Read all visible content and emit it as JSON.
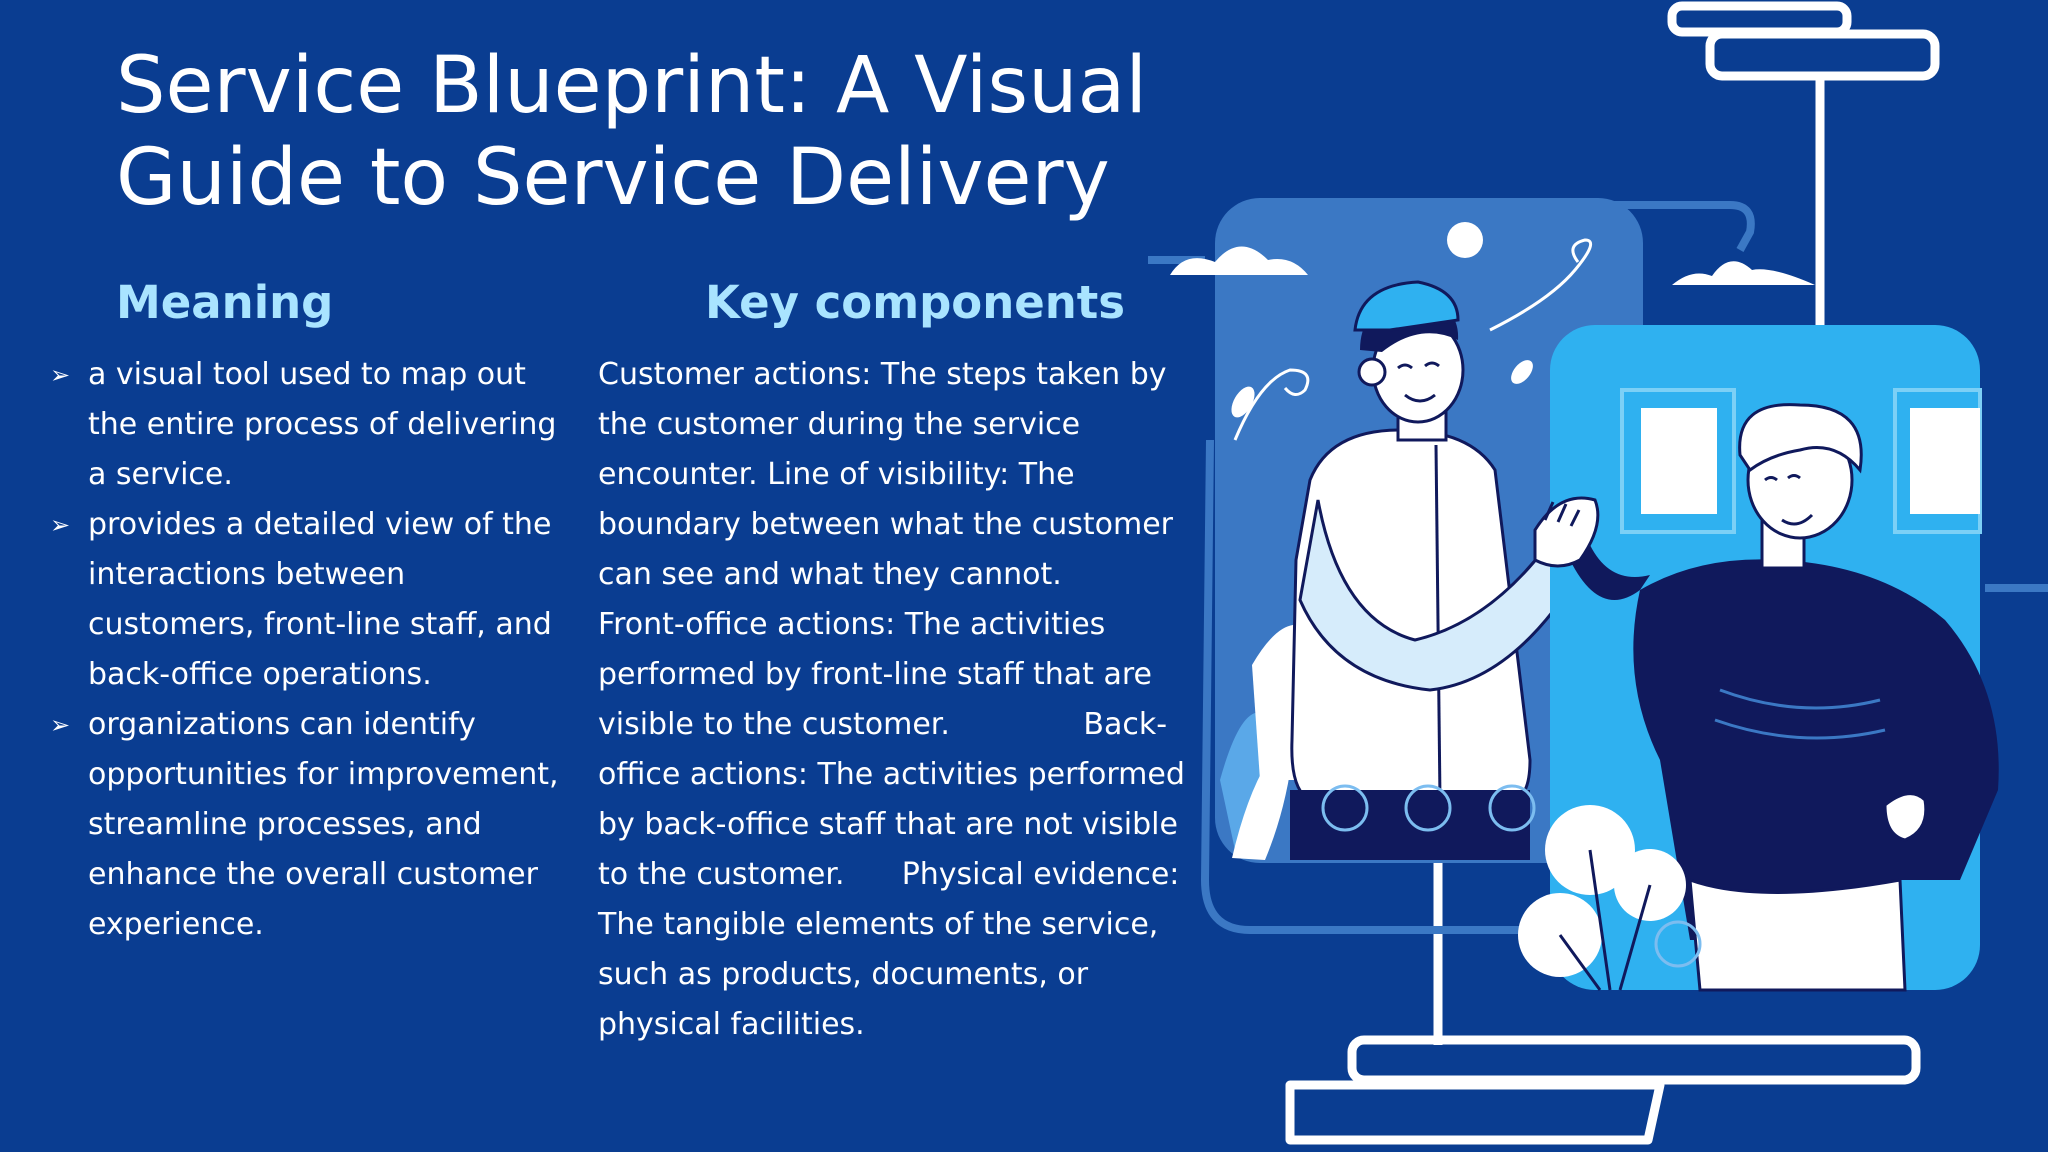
{
  "slide": {
    "title": "Service Blueprint: A Visual Guide to Service Delivery",
    "meaning": {
      "heading": "Meaning",
      "bullet_icon": "arrow-bullet-icon",
      "items": [
        "a visual tool used to map out the entire process of delivering a service.",
        "provides a detailed view of the interactions between customers, front-line staff, and back-office operations.",
        "organizations can identify opportunities for improvement, streamline processes, and enhance the overall customer experience."
      ]
    },
    "key_components": {
      "heading": "Key components",
      "text": "Customer actions: The steps taken by the customer during the service encounter. Line of visibility: The boundary between what the customer can see and what they cannot.                            Front-office actions: The activities performed by front-line staff that are visible to the customer.              Back-office actions: The activities performed by back-office staff that are not visible to the customer.      Physical evidence: The tangible elements of the service, such as products, documents, or physical facilities."
    }
  },
  "colors": {
    "background": "#0a3d91",
    "heading": "#a9e4ff",
    "text": "#ffffff",
    "panel_left": "#3b78c4",
    "panel_right": "#2fb1f0",
    "navy": "#10195c"
  }
}
